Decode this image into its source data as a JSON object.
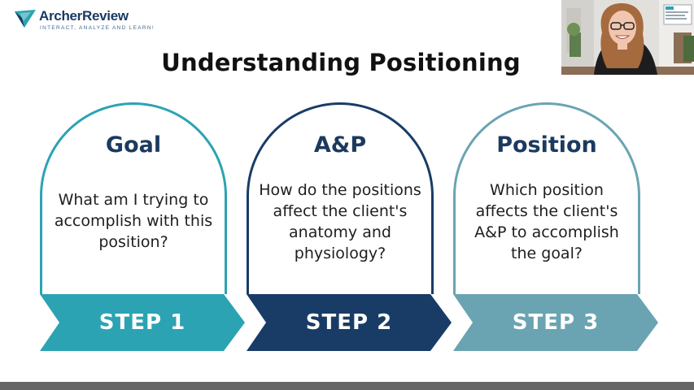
{
  "logo": {
    "name": "ArcherReview",
    "tagline": "INTERACT, ANALYZE AND LEARN!"
  },
  "slide": {
    "title": "Understanding Positioning",
    "steps": [
      {
        "heading": "Goal",
        "body": "What am I trying to accomplish with this position?",
        "label": "STEP 1"
      },
      {
        "heading": "A&P",
        "body": "How do the positions affect the client's anatomy and physiology?",
        "label": "STEP 2"
      },
      {
        "heading": "Position",
        "body": "Which position affects the client's A&P to accomplish the goal?",
        "label": "STEP 3"
      }
    ]
  },
  "colors": {
    "step1": "#2ba3b3",
    "step2": "#193c66",
    "step3": "#6aa4b2",
    "heading": "#1b3a5e",
    "logo": "#1a3b63"
  }
}
